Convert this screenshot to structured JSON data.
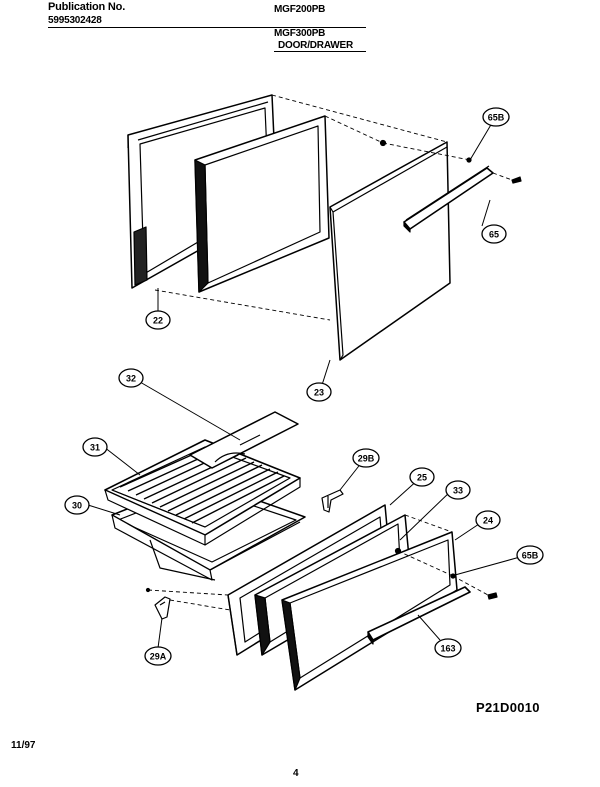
{
  "header": {
    "publication_label": "Publication No.",
    "publication_number": "5995302428",
    "models": [
      "MGF200PB",
      "MGF300PB"
    ],
    "section_title": "DOOR/DRAWER"
  },
  "callouts": [
    "22",
    "23",
    "65B",
    "65",
    "32",
    "31",
    "30",
    "29B",
    "25",
    "33",
    "24",
    "65B",
    "163",
    "29A"
  ],
  "footer": {
    "diagram_code": "P21D0010",
    "date": "11/97",
    "page_number": "4"
  }
}
